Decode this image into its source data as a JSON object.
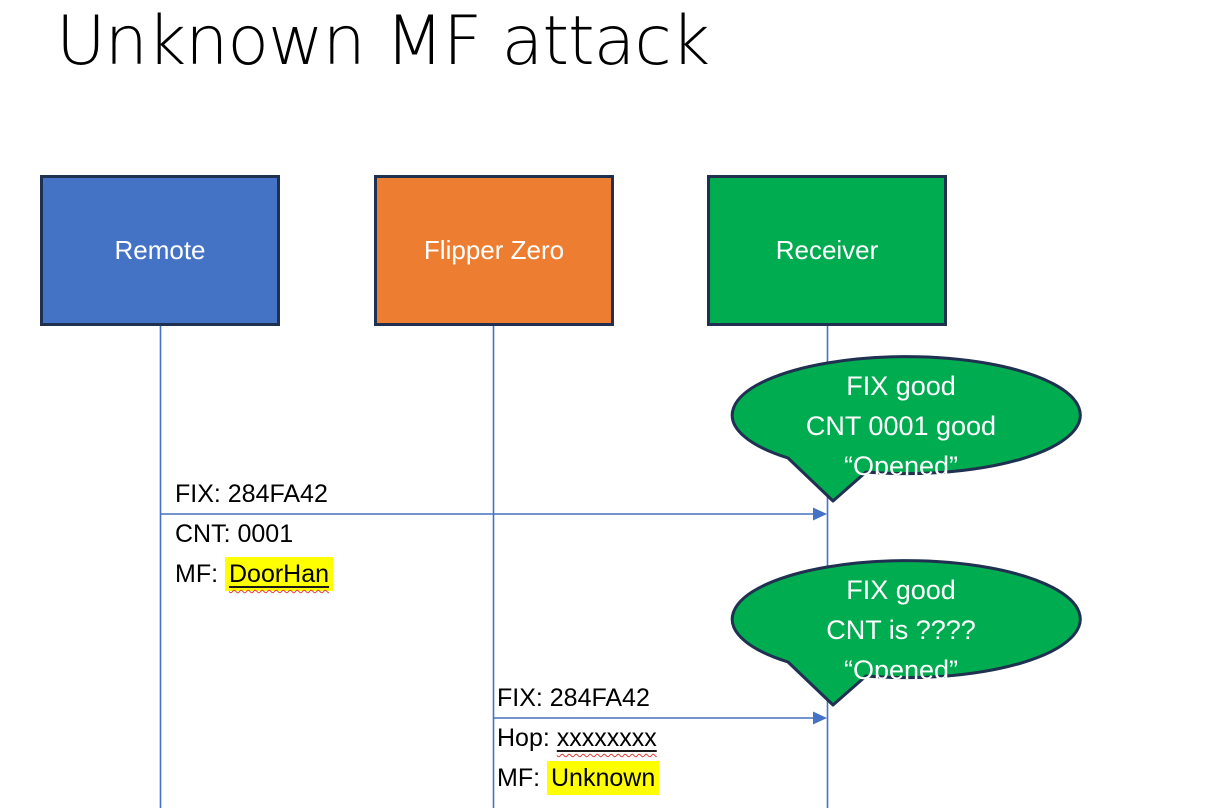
{
  "title": "Unknown MF attack",
  "actors": [
    {
      "label": "Remote"
    },
    {
      "label": "Flipper Zero"
    },
    {
      "label": "Receiver"
    }
  ],
  "messages": [
    {
      "fix": "FIX: 284FA42",
      "cnt": "CNT: 0001",
      "mf_prefix": "MF: ",
      "mf_value": "DoorHan"
    },
    {
      "fix": "FIX: 284FA42",
      "hop_prefix": "Hop: ",
      "hop_value": "xxxxxxxx",
      "mf_prefix": "MF: ",
      "mf_value": "Unknown"
    }
  ],
  "callouts": [
    {
      "lines": [
        "FIX good",
        "CNT 0001 good",
        "“Opened”"
      ]
    },
    {
      "lines": [
        "FIX good",
        "CNT is ????",
        "“Opened”"
      ]
    }
  ],
  "colors": {
    "remote_fill": "#4472C4",
    "flipper_fill": "#ED7D31",
    "receiver_fill": "#00AC50",
    "shape_border": "#1F3050",
    "connector": "#4472C4",
    "highlight": "#FFFF00",
    "spellcheck_red": "#DD3C32",
    "text_on_shape": "#FFFFFF",
    "text": "#000000"
  }
}
